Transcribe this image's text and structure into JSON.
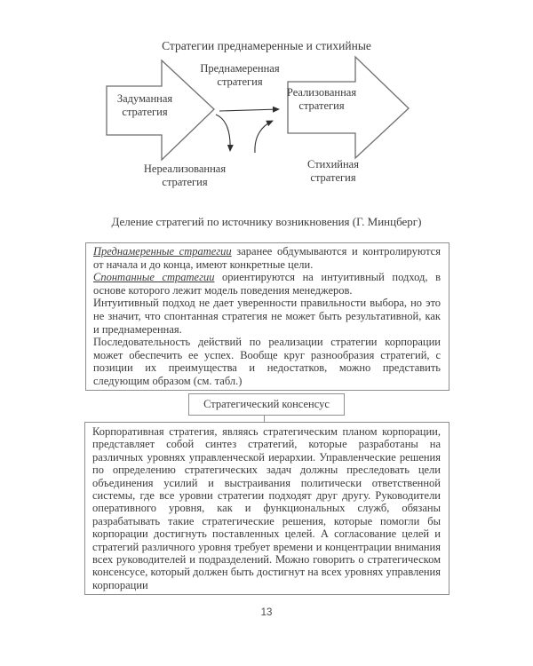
{
  "diagram": {
    "title": "Стратегии преднамеренные и стихийные",
    "intended_label": "Задуманная стратегия",
    "deliberate_label": "Преднамеренная стратегия",
    "realized_label": "Реализованная стратегия",
    "unrealized_label": "Нереализованная стратегия",
    "emergent_label": "Стихийная стратегия",
    "caption": "Деление стратегий по источнику возникновения (Г. Минцберг)"
  },
  "box1": {
    "p1_lead": "Преднамеренные стратегии",
    "p1_text": " заранее обдумываются и контролируются от начала и до конца, имеют конкретные цели.",
    "p2_lead": "Спонтанные стратегии",
    "p2_text": " ориентируются на интуитивный подход, в основе которого лежит модель поведения менеджеров.",
    "p3": "Интуитивный подход не дает уверенности правильности выбора, но это не значит, что спонтанная стратегия не может быть результативной, как и преднамеренная.",
    "p4": "Последовательность действий по реализации стратегии корпорации может обеспечить ее успех. Вообще круг разнообразия стратегий, с позиции их преимущества и недостатков, можно представить следующим образом (см. табл.)"
  },
  "consensus_box": {
    "label": "Стратегический консенсус"
  },
  "box2": {
    "text": "Корпоративная стратегия, являясь стратегическим планом корпорации, представляет собой синтез стратегий, которые разработаны на различных уровнях управленческой иерархии. Управленческие решения по определению стратегических задач должны преследовать цели объединения усилий и выстраивания политически ответственной системы, где все уровни стратегии подходят друг другу. Руководители оперативного уровня, как и функциональных служб, обязаны разрабатывать такие стратегические решения, которые помогли бы корпорации достигнуть поставленных целей. А согласование целей и стратегий различного уровня требует времени и концентрации внимания всех руководителей и подразделений. Можно говорить о стратегическом консенсусе, который должен быть достигнут на всех уровнях управления корпорации"
  },
  "page": {
    "number": "13"
  },
  "colors": {
    "text": "#3b3b3b",
    "border": "#8f8f8f",
    "line": "#2f2f2f"
  }
}
